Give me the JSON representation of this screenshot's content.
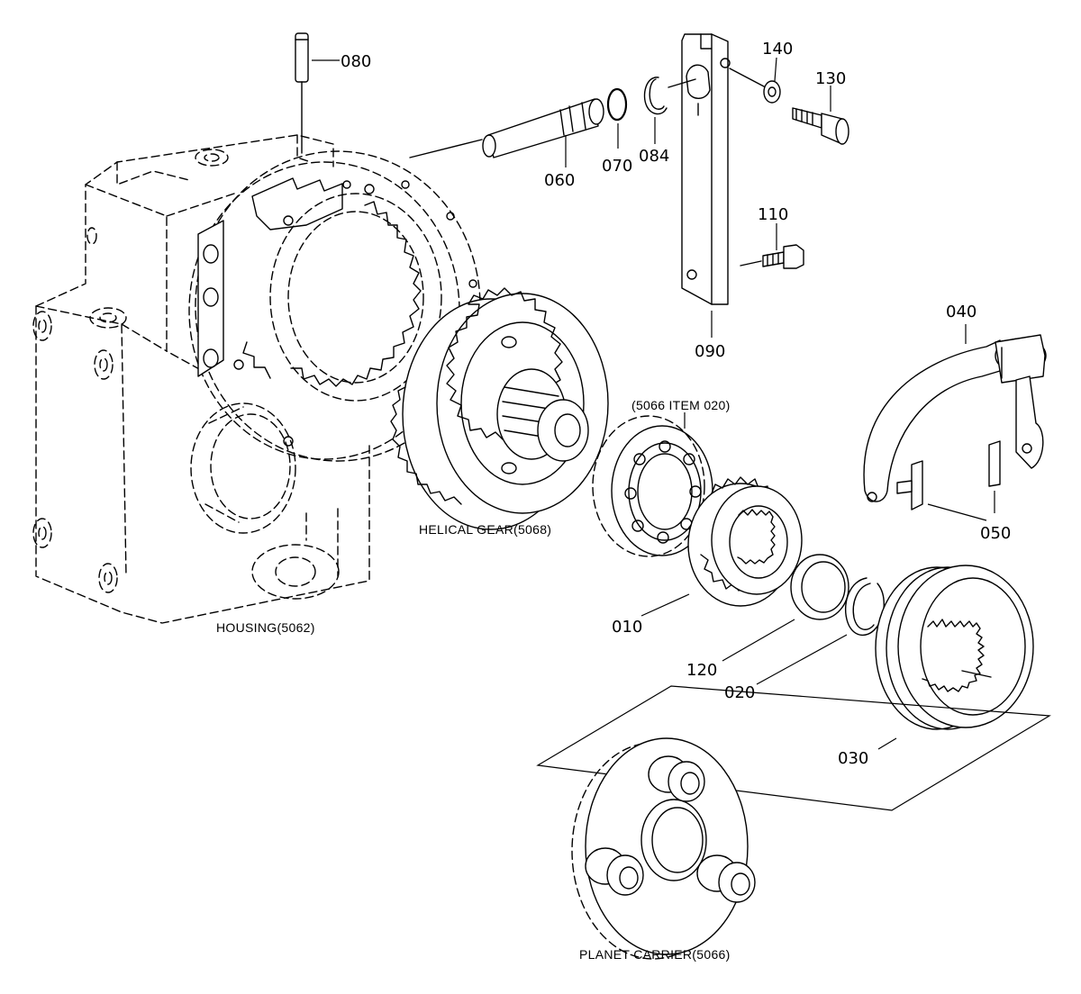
{
  "labels": {
    "p080": "080",
    "p140": "140",
    "p130": "130",
    "p060": "060",
    "p070": "070",
    "p084": "084",
    "p110": "110",
    "p090": "090",
    "p040": "040",
    "p050": "050",
    "p010": "010",
    "p120": "120",
    "p020": "020",
    "p030": "030",
    "housing": "HOUSING(5062)",
    "helical_gear": "HELICAL GEAR(5068)",
    "item_ref": "(5066 ITEM 020)",
    "planet_carrier": "PLANET CARRIER(5066)"
  }
}
